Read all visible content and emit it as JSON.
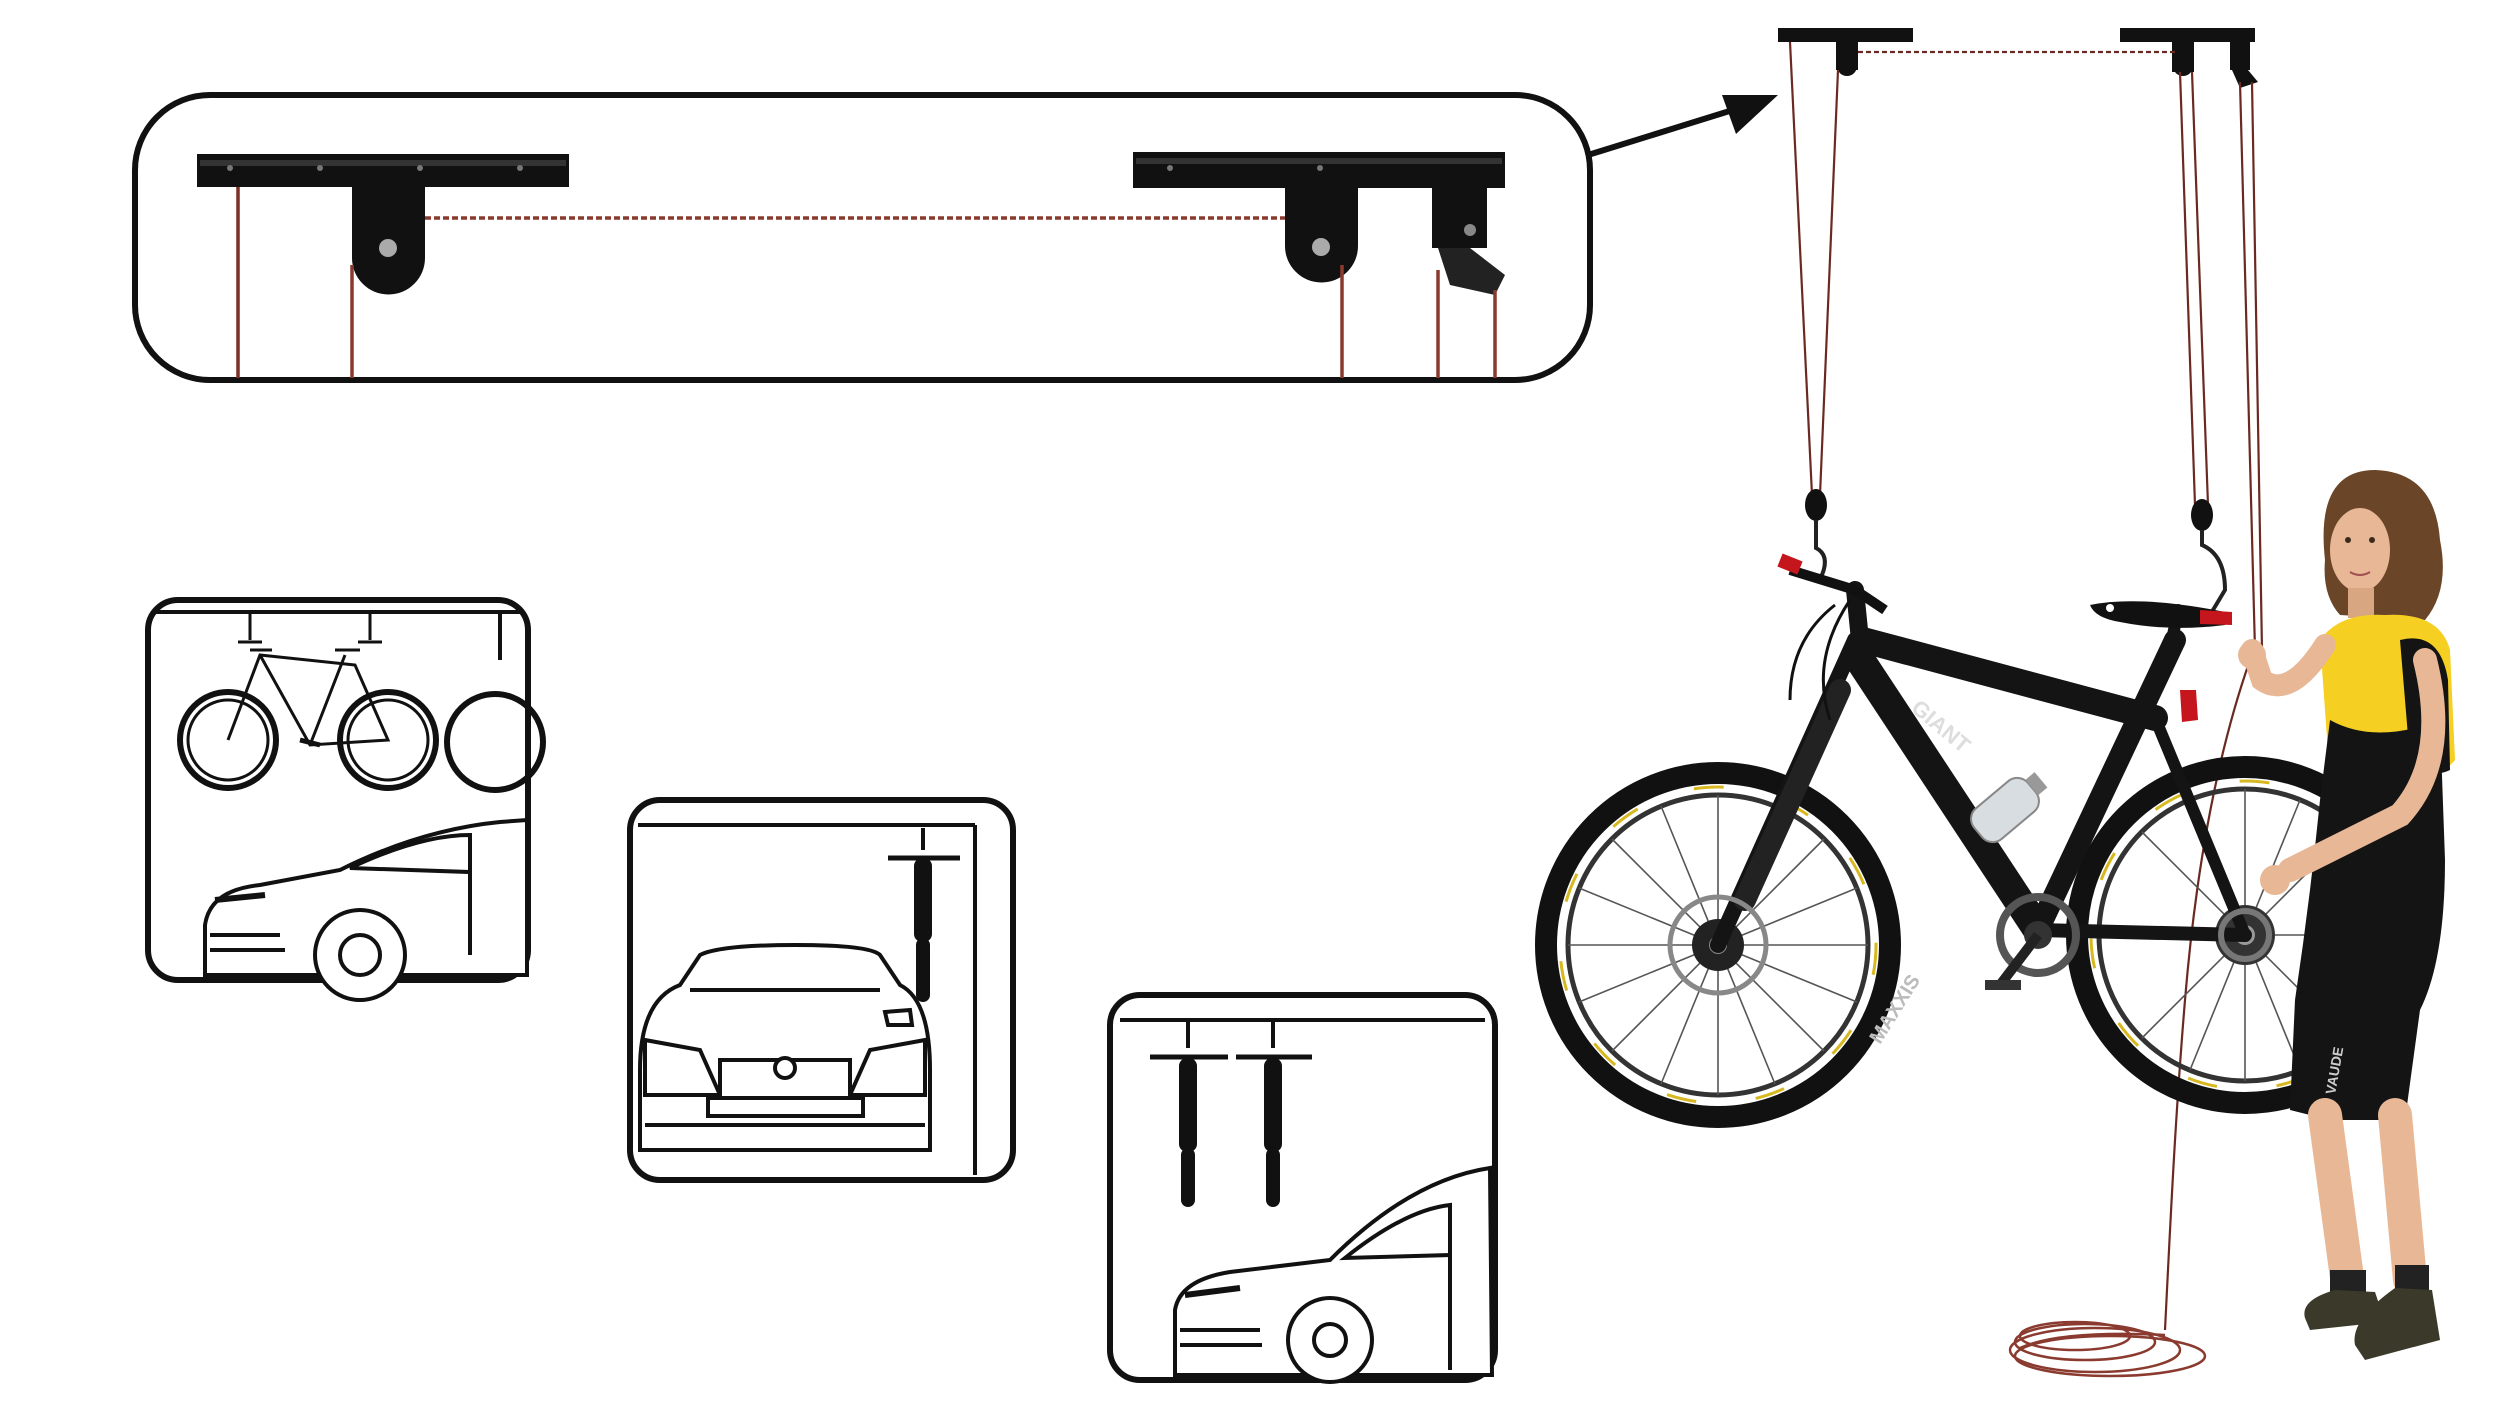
{
  "diagram": {
    "product": "ceiling bicycle hoist",
    "panels": [
      {
        "id": "detail-zoom",
        "depicts": "ceiling-mounted pulley brackets with rope"
      },
      {
        "id": "scene-1",
        "depicts": "bicycles hung horizontally above a parked car"
      },
      {
        "id": "scene-2",
        "depicts": "bicycle hung vertically beside a car (front view)"
      },
      {
        "id": "scene-3",
        "depicts": "two bicycles hung vertically above a car (side view)"
      },
      {
        "id": "photo",
        "depicts": "woman lifting a mountain bike with the pulley hoist"
      }
    ],
    "printed_text": {
      "frame_brand": "GIANT",
      "tire_brand": "MAXXIS",
      "shorts_brand": "VAUDE"
    }
  },
  "colors": {
    "ink": "#111111",
    "rope": "#8a3a2e",
    "shirt": "#f5cf21",
    "skin": "#e8b896",
    "hair": "#6b4528",
    "frame": "#141414",
    "saddle_accent": "#c4161c",
    "rim_accent": "#d8b820"
  }
}
